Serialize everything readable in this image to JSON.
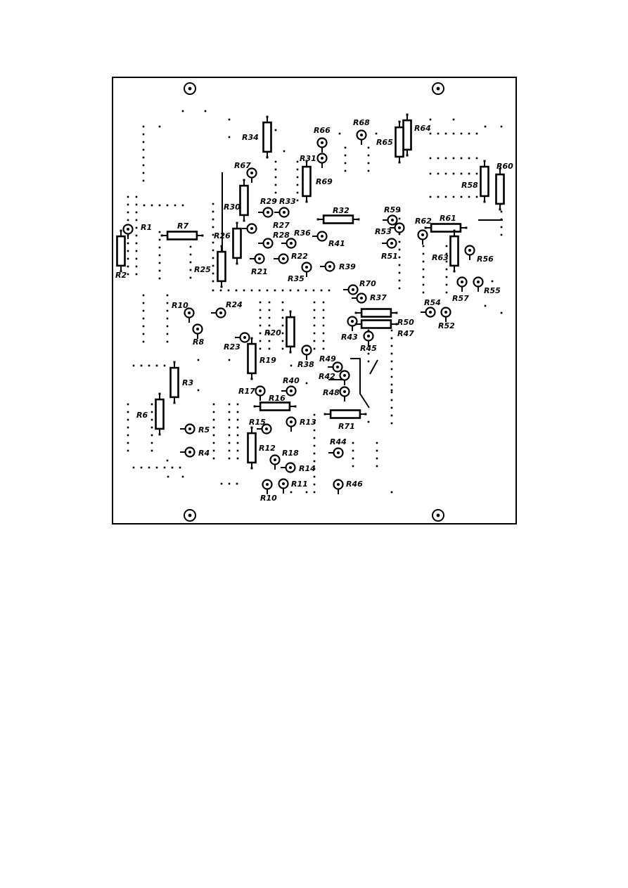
{
  "board": {
    "components": [
      {
        "ref": "R1",
        "kind": "vertical-pad"
      },
      {
        "ref": "R2",
        "kind": "resistor-vertical"
      },
      {
        "ref": "R3",
        "kind": "resistor-vertical"
      },
      {
        "ref": "R4",
        "kind": "vertical-pad"
      },
      {
        "ref": "R5",
        "kind": "vertical-pad"
      },
      {
        "ref": "R6",
        "kind": "resistor-vertical"
      },
      {
        "ref": "R7",
        "kind": "resistor-horizontal"
      },
      {
        "ref": "R8",
        "kind": "vertical-pad"
      },
      {
        "ref": "R10",
        "kind": "vertical-pad"
      },
      {
        "ref": "R10",
        "kind": "vertical-pad"
      },
      {
        "ref": "R11",
        "kind": "vertical-pad"
      },
      {
        "ref": "R12",
        "kind": "resistor-vertical"
      },
      {
        "ref": "R13",
        "kind": "vertical-pad"
      },
      {
        "ref": "R14",
        "kind": "vertical-pad"
      },
      {
        "ref": "R15",
        "kind": "vertical-pad"
      },
      {
        "ref": "R16",
        "kind": "resistor-horizontal"
      },
      {
        "ref": "R17",
        "kind": "vertical-pad"
      },
      {
        "ref": "R18",
        "kind": "vertical-pad"
      },
      {
        "ref": "R19",
        "kind": "resistor-vertical"
      },
      {
        "ref": "R20",
        "kind": "resistor-vertical"
      },
      {
        "ref": "R21",
        "kind": "vertical-pad"
      },
      {
        "ref": "R22",
        "kind": "vertical-pad"
      },
      {
        "ref": "R23",
        "kind": "vertical-pad"
      },
      {
        "ref": "R24",
        "kind": "vertical-pad"
      },
      {
        "ref": "R25",
        "kind": "resistor-vertical"
      },
      {
        "ref": "R26",
        "kind": "resistor-vertical"
      },
      {
        "ref": "R27",
        "kind": "vertical-pad"
      },
      {
        "ref": "R28",
        "kind": "vertical-pad"
      },
      {
        "ref": "R29",
        "kind": "vertical-pad"
      },
      {
        "ref": "R30",
        "kind": "resistor-vertical"
      },
      {
        "ref": "R31",
        "kind": "vertical-pad"
      },
      {
        "ref": "R32",
        "kind": "resistor-horizontal"
      },
      {
        "ref": "R33",
        "kind": "vertical-pad"
      },
      {
        "ref": "R34",
        "kind": "resistor-vertical"
      },
      {
        "ref": "R35",
        "kind": "vertical-pad"
      },
      {
        "ref": "R36",
        "kind": "vertical-pad"
      },
      {
        "ref": "R37",
        "kind": "vertical-pad"
      },
      {
        "ref": "R38",
        "kind": "vertical-pad"
      },
      {
        "ref": "R39",
        "kind": "vertical-pad"
      },
      {
        "ref": "R40",
        "kind": "vertical-pad"
      },
      {
        "ref": "R41",
        "kind": "vertical-pad"
      },
      {
        "ref": "R42",
        "kind": "vertical-pad"
      },
      {
        "ref": "R43",
        "kind": "vertical-pad"
      },
      {
        "ref": "R44",
        "kind": "vertical-pad"
      },
      {
        "ref": "R45",
        "kind": "vertical-pad"
      },
      {
        "ref": "R46",
        "kind": "vertical-pad"
      },
      {
        "ref": "R47",
        "kind": "resistor-horizontal"
      },
      {
        "ref": "R48",
        "kind": "vertical-pad"
      },
      {
        "ref": "R49",
        "kind": "vertical-pad"
      },
      {
        "ref": "R50",
        "kind": "resistor-horizontal"
      },
      {
        "ref": "R51",
        "kind": "vertical-pad"
      },
      {
        "ref": "R52",
        "kind": "vertical-pad"
      },
      {
        "ref": "R53",
        "kind": "vertical-pad"
      },
      {
        "ref": "R54",
        "kind": "vertical-pad"
      },
      {
        "ref": "R55",
        "kind": "vertical-pad"
      },
      {
        "ref": "R56",
        "kind": "vertical-pad"
      },
      {
        "ref": "R57",
        "kind": "vertical-pad"
      },
      {
        "ref": "R58",
        "kind": "resistor-vertical"
      },
      {
        "ref": "R59",
        "kind": "vertical-pad"
      },
      {
        "ref": "R60",
        "kind": "resistor-vertical"
      },
      {
        "ref": "R61",
        "kind": "resistor-horizontal"
      },
      {
        "ref": "R62",
        "kind": "vertical-pad"
      },
      {
        "ref": "R63",
        "kind": "resistor-vertical"
      },
      {
        "ref": "R64",
        "kind": "resistor-vertical"
      },
      {
        "ref": "R65",
        "kind": "resistor-vertical"
      },
      {
        "ref": "R66",
        "kind": "vertical-pad"
      },
      {
        "ref": "R67",
        "kind": "vertical-pad"
      },
      {
        "ref": "R68",
        "kind": "vertical-pad"
      },
      {
        "ref": "R69",
        "kind": "resistor-vertical"
      },
      {
        "ref": "R70",
        "kind": "vertical-pad"
      },
      {
        "ref": "R71",
        "kind": "resistor-horizontal"
      }
    ]
  }
}
